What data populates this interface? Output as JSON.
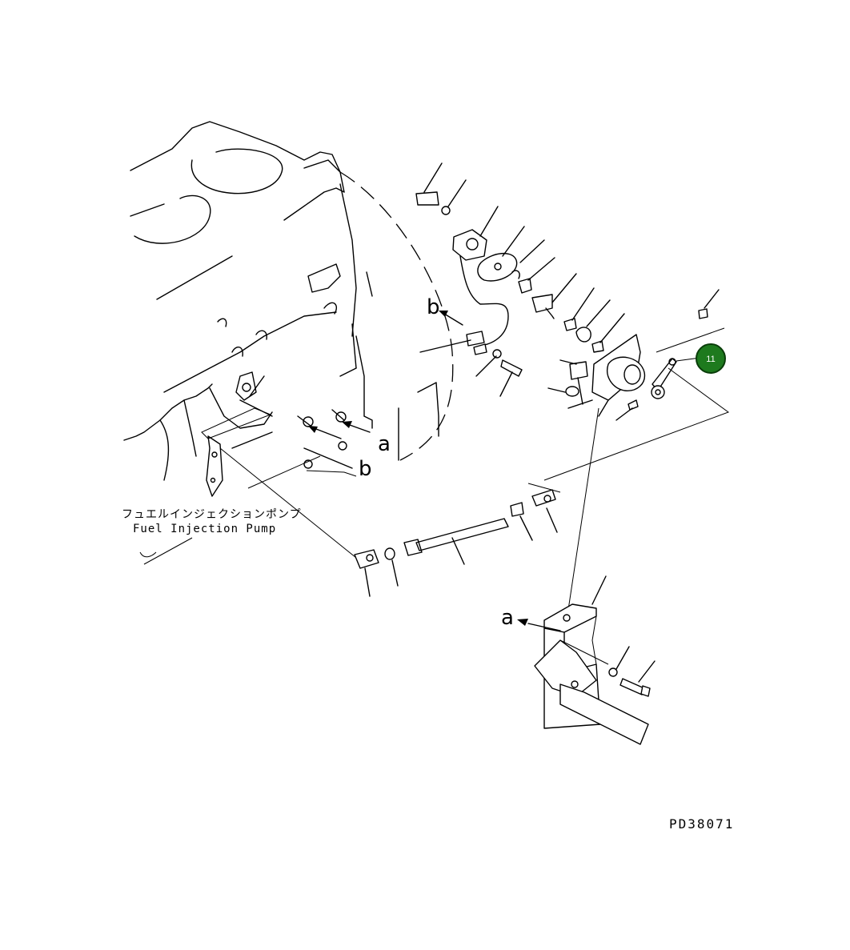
{
  "diagram": {
    "pump_label_jp": "フュエルインジェクションポンプ",
    "pump_label_en": "Fuel Injection Pump",
    "ref_a_1": "a",
    "ref_a_2": "a",
    "ref_b_1": "b",
    "ref_b_2": "b",
    "drawing_code": "PD38071",
    "callout": {
      "number": "11",
      "fill_color": "#1e7a1e",
      "stroke_color": "#0a3d0a"
    }
  }
}
